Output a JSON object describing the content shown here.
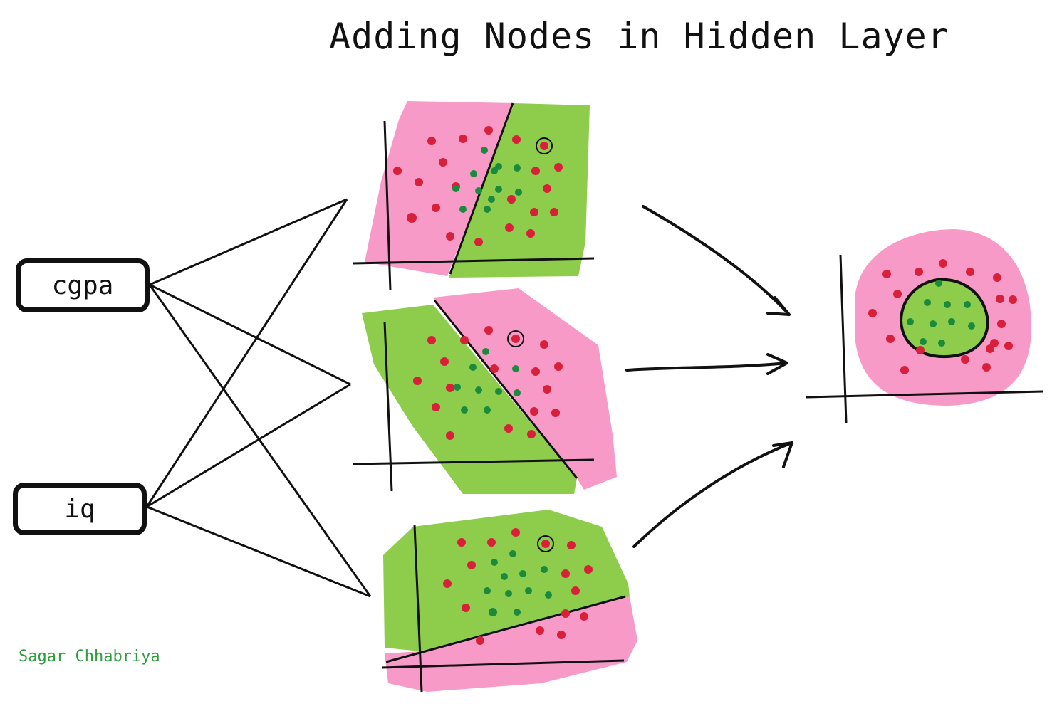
{
  "title": "Adding Nodes in Hidden Layer",
  "inputs": [
    {
      "label": "cgpa"
    },
    {
      "label": "iq"
    }
  ],
  "author": "Sagar Chhabriya",
  "colors": {
    "class_pink": "#f79ac8",
    "class_green": "#8ecc4b",
    "dot_red": "#d8203a",
    "dot_green": "#1a8a3c",
    "ink": "#111111",
    "credit": "#2e9e3c"
  }
}
